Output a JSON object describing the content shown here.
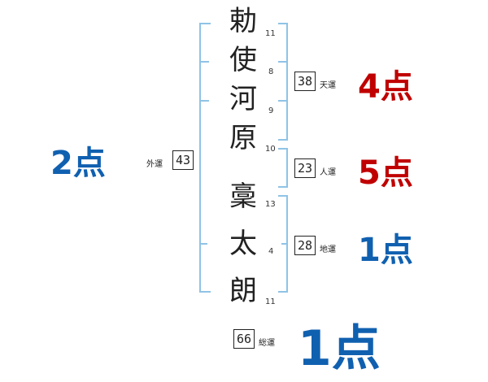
{
  "name": [
    {
      "char": "勅",
      "strokes": "11"
    },
    {
      "char": "使",
      "strokes": "8"
    },
    {
      "char": "河",
      "strokes": "9"
    },
    {
      "char": "原",
      "strokes": "10"
    },
    {
      "char": "稾",
      "strokes": "13"
    },
    {
      "char": "太",
      "strokes": "4"
    },
    {
      "char": "朗",
      "strokes": "11"
    }
  ],
  "tenkaku": {
    "label": "天運",
    "value": "38",
    "score": "4点",
    "color": "#c00000"
  },
  "jinkaku": {
    "label": "人運",
    "value": "23",
    "score": "5点",
    "color": "#c00000"
  },
  "chikaku": {
    "label": "地運",
    "value": "28",
    "score": "1点",
    "color": "#1060b0"
  },
  "gaikaku": {
    "label": "外運",
    "value": "43",
    "score": "2点",
    "color": "#1060b0"
  },
  "soukaku": {
    "label": "総運",
    "value": "66",
    "score": "1点",
    "color": "#1060b0"
  }
}
